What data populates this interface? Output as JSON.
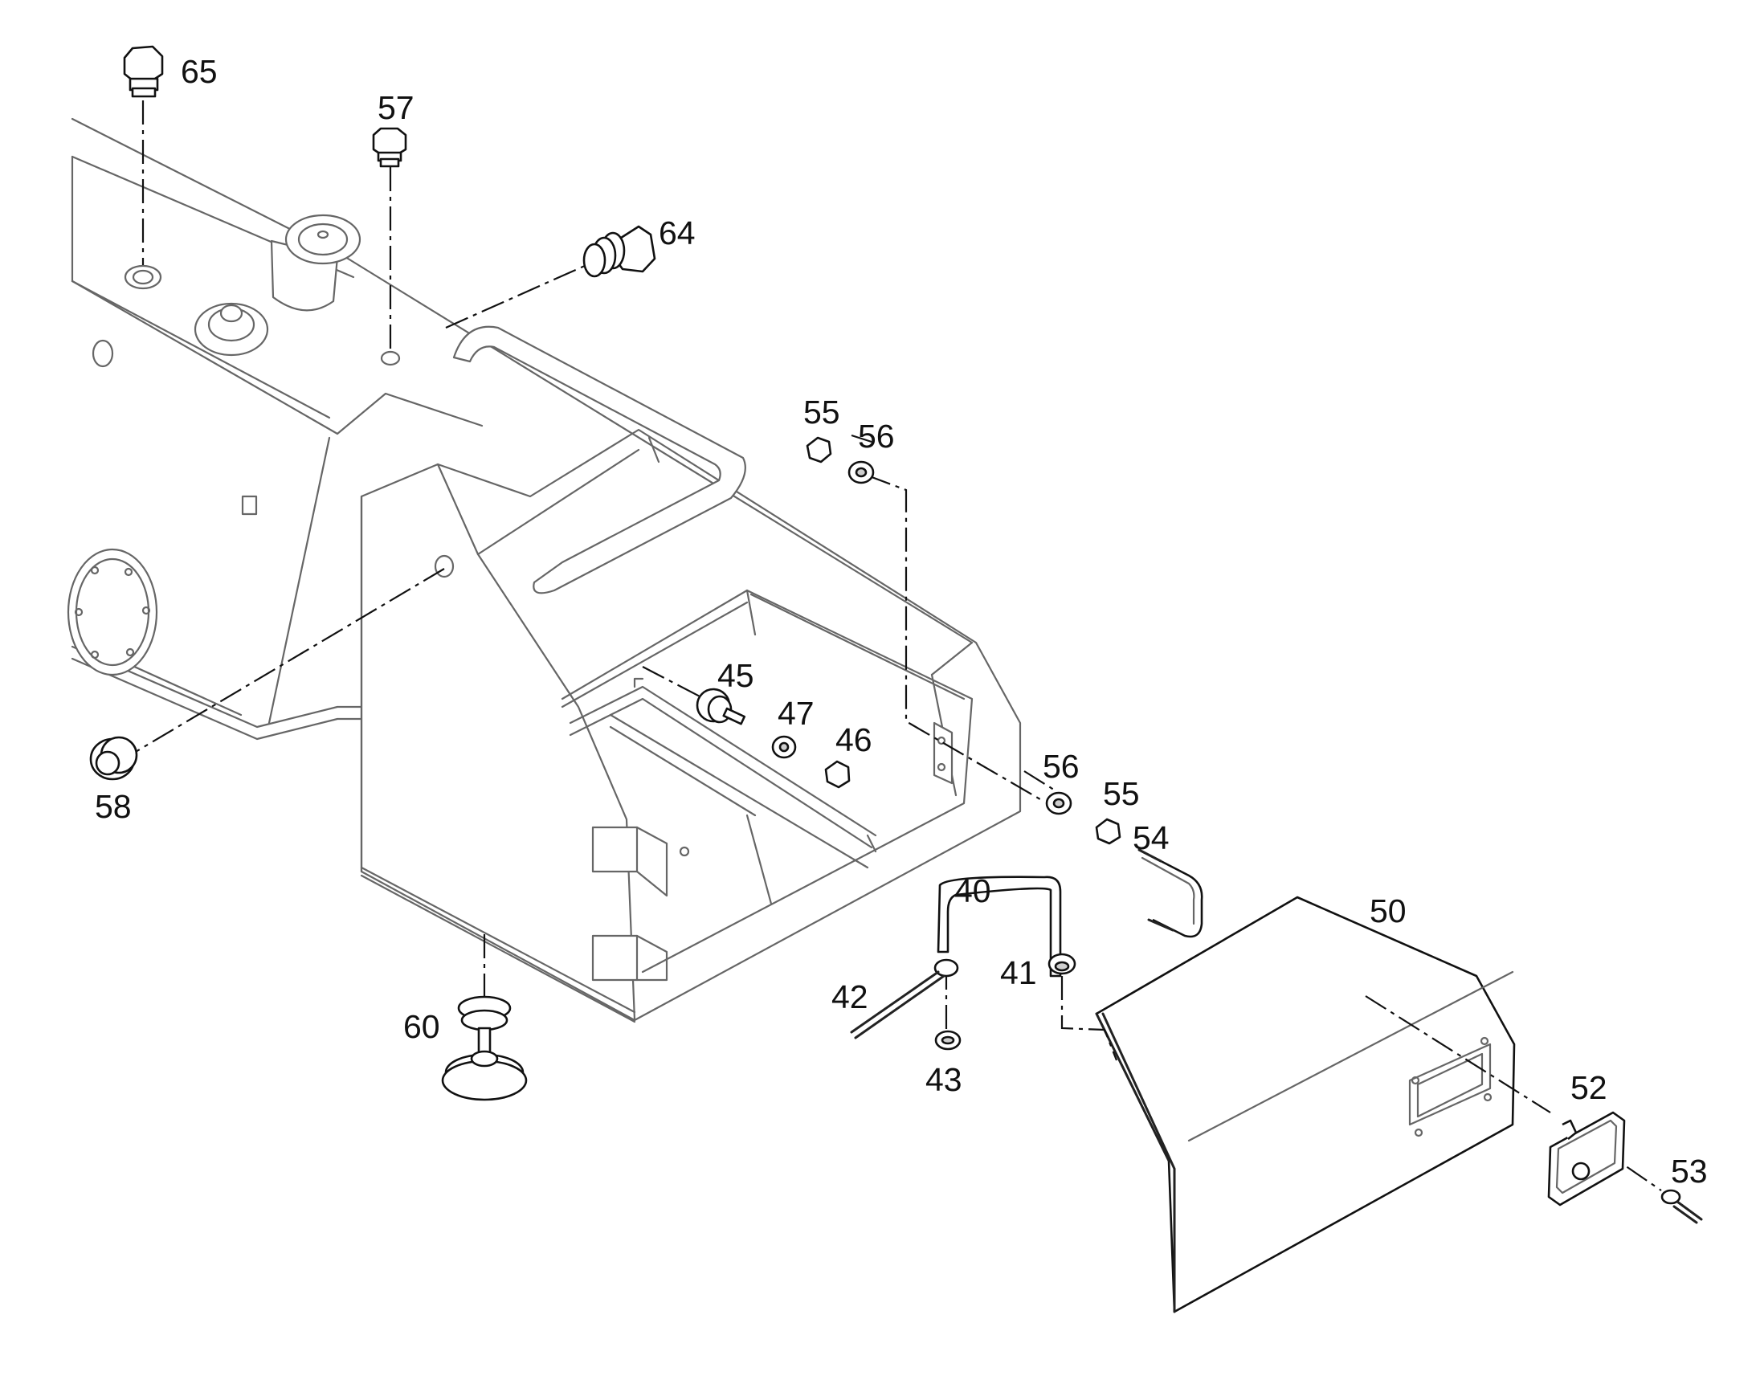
{
  "diagram": {
    "callouts": [
      {
        "id": "c65",
        "label": "65"
      },
      {
        "id": "c57",
        "label": "57"
      },
      {
        "id": "c64",
        "label": "64"
      },
      {
        "id": "c55a",
        "label": "55"
      },
      {
        "id": "c56a",
        "label": "56"
      },
      {
        "id": "c45",
        "label": "45"
      },
      {
        "id": "c47",
        "label": "47"
      },
      {
        "id": "c46",
        "label": "46"
      },
      {
        "id": "c56b",
        "label": "56"
      },
      {
        "id": "c55b",
        "label": "55"
      },
      {
        "id": "c54",
        "label": "54"
      },
      {
        "id": "c58",
        "label": "58"
      },
      {
        "id": "c40",
        "label": "40"
      },
      {
        "id": "c50",
        "label": "50"
      },
      {
        "id": "c41",
        "label": "41"
      },
      {
        "id": "c42",
        "label": "42"
      },
      {
        "id": "c43",
        "label": "43"
      },
      {
        "id": "c60",
        "label": "60"
      },
      {
        "id": "c52",
        "label": "52"
      },
      {
        "id": "c53",
        "label": "53"
      }
    ]
  }
}
